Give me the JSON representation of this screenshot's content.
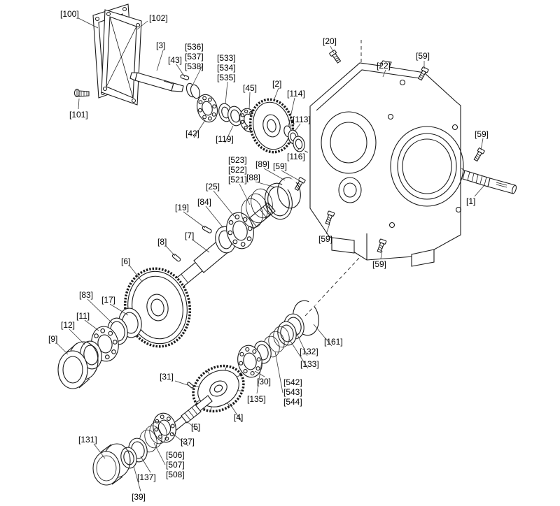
{
  "diagram": {
    "kind": "exploded-parts-view",
    "background_color": "#ffffff",
    "line_color": "#1a1a1a"
  },
  "labels": [
    {
      "ref": "100",
      "text": "[100]"
    },
    {
      "ref": "102",
      "text": "[102]"
    },
    {
      "ref": "3",
      "text": "[3]"
    },
    {
      "ref": "43",
      "text": "[43]"
    },
    {
      "ref": "536",
      "text": "[536]"
    },
    {
      "ref": "537",
      "text": "[537]"
    },
    {
      "ref": "538",
      "text": "[538]"
    },
    {
      "ref": "533",
      "text": "[533]"
    },
    {
      "ref": "534",
      "text": "[534]"
    },
    {
      "ref": "535",
      "text": "[535]"
    },
    {
      "ref": "45",
      "text": "[45]"
    },
    {
      "ref": "2",
      "text": "[2]"
    },
    {
      "ref": "114",
      "text": "[114]"
    },
    {
      "ref": "113",
      "text": "[113]"
    },
    {
      "ref": "116",
      "text": "[116]"
    },
    {
      "ref": "20",
      "text": "[20]"
    },
    {
      "ref": "22",
      "text": "[22]"
    },
    {
      "ref": "59",
      "text": "[59]"
    },
    {
      "ref": "59",
      "text": "[59]"
    },
    {
      "ref": "1",
      "text": "[1]"
    },
    {
      "ref": "101",
      "text": "[101]"
    },
    {
      "ref": "42",
      "text": "[42]"
    },
    {
      "ref": "119",
      "text": "[119]"
    },
    {
      "ref": "523",
      "text": "[523]"
    },
    {
      "ref": "522",
      "text": "[522]"
    },
    {
      "ref": "521",
      "text": "[521]"
    },
    {
      "ref": "89",
      "text": "[89]"
    },
    {
      "ref": "59",
      "text": "[59]"
    },
    {
      "ref": "88",
      "text": "[88]"
    },
    {
      "ref": "25",
      "text": "[25]"
    },
    {
      "ref": "84",
      "text": "[84]"
    },
    {
      "ref": "19",
      "text": "[19]"
    },
    {
      "ref": "7",
      "text": "[7]"
    },
    {
      "ref": "8",
      "text": "[8]"
    },
    {
      "ref": "6",
      "text": "[6]"
    },
    {
      "ref": "83",
      "text": "[83]"
    },
    {
      "ref": "17",
      "text": "[17]"
    },
    {
      "ref": "11",
      "text": "[11]"
    },
    {
      "ref": "12",
      "text": "[12]"
    },
    {
      "ref": "9",
      "text": "[9]"
    },
    {
      "ref": "59",
      "text": "[59]"
    },
    {
      "ref": "59",
      "text": "[59]"
    },
    {
      "ref": "31",
      "text": "[31]"
    },
    {
      "ref": "30",
      "text": "[30]"
    },
    {
      "ref": "135",
      "text": "[135]"
    },
    {
      "ref": "132",
      "text": "[132]"
    },
    {
      "ref": "133",
      "text": "[133]"
    },
    {
      "ref": "161",
      "text": "[161]"
    },
    {
      "ref": "542",
      "text": "[542]"
    },
    {
      "ref": "543",
      "text": "[543]"
    },
    {
      "ref": "544",
      "text": "[544]"
    },
    {
      "ref": "4",
      "text": "[4]"
    },
    {
      "ref": "5",
      "text": "[5]"
    },
    {
      "ref": "37",
      "text": "[37]"
    },
    {
      "ref": "506",
      "text": "[506]"
    },
    {
      "ref": "507",
      "text": "[507]"
    },
    {
      "ref": "508",
      "text": "[508]"
    },
    {
      "ref": "137",
      "text": "[137]"
    },
    {
      "ref": "131",
      "text": "[131]"
    },
    {
      "ref": "39",
      "text": "[39]"
    }
  ]
}
